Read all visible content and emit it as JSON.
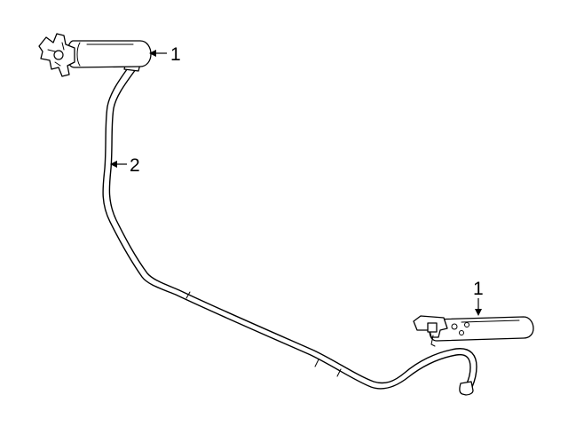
{
  "callouts": [
    {
      "id": "upper-nozzle",
      "label": "1"
    },
    {
      "id": "hose",
      "label": "2"
    },
    {
      "id": "lower-nozzle",
      "label": "1"
    }
  ],
  "colors": {
    "line": "#000000",
    "background": "#ffffff"
  }
}
